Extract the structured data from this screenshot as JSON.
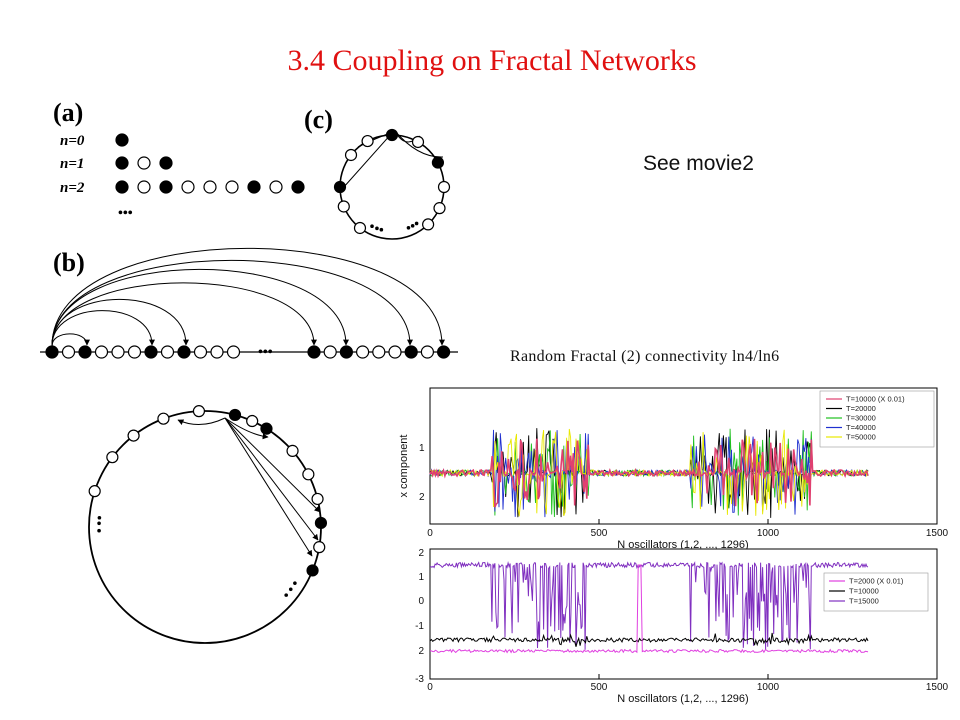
{
  "title": "3.4 Coupling on Fractal Networks",
  "see_movie": "See movie2",
  "panel_labels": {
    "a": "(a)",
    "b": "(b)",
    "c": "(c)"
  },
  "levels": [
    {
      "label": "n=0",
      "nodes": [
        1
      ]
    },
    {
      "label": "n=1",
      "nodes": [
        1,
        0,
        1
      ]
    },
    {
      "label": "n=2",
      "nodes": [
        1,
        0,
        1,
        0,
        0,
        0,
        1,
        0,
        1
      ]
    }
  ],
  "ellipsis": "•••",
  "plot_title": "Random Fractal (2) connectivity ln4/ln6",
  "colors": {
    "title": "#e01010",
    "filled_node": "#000000",
    "open_node": "#ffffff"
  },
  "chart_data": [
    {
      "type": "line",
      "title": "",
      "xlabel": "N oscillators (1,2, ..., 1296)",
      "ylabel": "x component",
      "xlim": [
        0,
        1500
      ],
      "ylim": [
        -2.5,
        2
      ],
      "xticks": [
        "0",
        "500",
        "1000",
        "1500"
      ],
      "yticks": [
        "1",
        "2"
      ],
      "legend_position": "top-right",
      "series": [
        {
          "name": "T=10000 (X 0.01)",
          "color": "#e04070"
        },
        {
          "name": "T=20000",
          "color": "#000000"
        },
        {
          "name": "T=30000",
          "color": "#20c020"
        },
        {
          "name": "T=40000",
          "color": "#2030d0"
        },
        {
          "name": "T=50000",
          "color": "#e8e800"
        }
      ]
    },
    {
      "type": "line",
      "title": "",
      "xlabel": "N oscillators (1,2, ..., 1296)",
      "ylabel": "",
      "xlim": [
        0,
        1500
      ],
      "ylim": [
        -3,
        2
      ],
      "xticks": [
        "0",
        "500",
        "1000",
        "1500"
      ],
      "yticks": [
        "2",
        "1",
        "0",
        "-1",
        "2",
        "-3"
      ],
      "legend_position": "right",
      "series": [
        {
          "name": "T=2000 (X 0.01)",
          "color": "#e040e0"
        },
        {
          "name": "T=10000",
          "color": "#000000"
        },
        {
          "name": "T=15000",
          "color": "#8030c0"
        }
      ]
    }
  ]
}
